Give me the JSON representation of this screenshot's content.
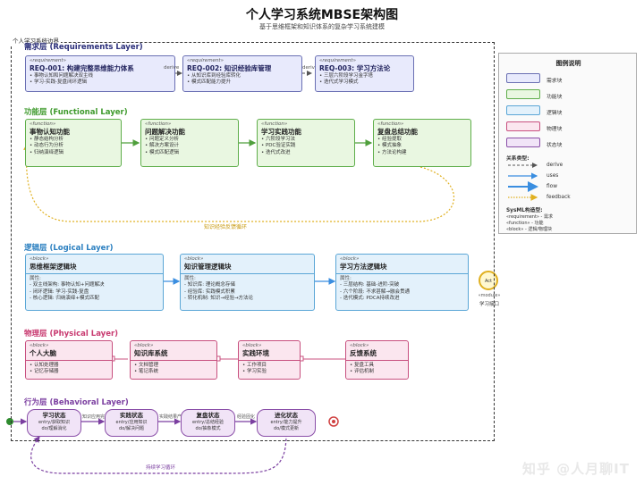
{
  "title": "个人学习系统MBSE架构图",
  "subtitle": "基于思维框架和知识体系的复杂学习系统建模",
  "boundary_label": "个人学习系统边界",
  "layers": {
    "requirements": "需求层 (Requirements Layer)",
    "functional": "功能层 (Functional Layer)",
    "logical": "逻辑层 (Logical Layer)",
    "physical": "物理层 (Physical Layer)",
    "behavioral": "行为层 (Behavioral Layer)"
  },
  "requirements": [
    {
      "stereo": "«requirement»",
      "name": "REQ-001: 构建完整思维能力体系",
      "items": [
        "• 事物认知和问题解决双主线",
        "• 学习-实践-复盘闭环逻辑"
      ]
    },
    {
      "stereo": "«requirement»",
      "name": "REQ-002: 知识经验库管理",
      "items": [
        "• 从知识库到经验库转化",
        "• 模式匹配能力提升"
      ]
    },
    {
      "stereo": "«requirement»",
      "name": "REQ-003: 学习方法论",
      "items": [
        "• 三层六阶段学习金字塔",
        "• 迭代式学习模式"
      ]
    }
  ],
  "req_edge_labels": [
    "derive",
    "derive"
  ],
  "functions": [
    {
      "stereo": "«function»",
      "name": "事物认知功能",
      "items": [
        "• 静态结构分析",
        "• 动态行为分析",
        "• 归纳演绎逻辑"
      ]
    },
    {
      "stereo": "«function»",
      "name": "问题解决功能",
      "items": [
        "• 问题定义分析",
        "• 解决方案设计",
        "• 模式匹配逻辑"
      ]
    },
    {
      "stereo": "«function»",
      "name": "学习实践功能",
      "items": [
        "• 六阶段学习法",
        "• PDC验证实践",
        "• 迭代式改进"
      ]
    },
    {
      "stereo": "«function»",
      "name": "复盘总结功能",
      "items": [
        "• 经验提取",
        "• 模式抽象",
        "• 方法论构建"
      ]
    }
  ],
  "feedback_label": "知识经验反馈循环",
  "logical": [
    {
      "stereo": "«block»",
      "name": "思维框架逻辑块",
      "attr": "属性:",
      "items": [
        "- 双主线架构: 事物认知+问题解决",
        "- 闭环逻辑: 学习-实践-复盘",
        "- 核心逻辑: 归纳演绎+模式匹配"
      ]
    },
    {
      "stereo": "«block»",
      "name": "知识管理逻辑块",
      "attr": "属性:",
      "items": [
        "- 知识库: 理论概念存储",
        "- 经验库: 实践模式积累",
        "- 转化机制: 知识→经验→方法论"
      ]
    },
    {
      "stereo": "«block»",
      "name": "学习方法逻辑块",
      "attr": "属性:",
      "items": [
        "- 三层结构: 基础-进阶-突破",
        "- 六个阶段: 不求甚解→融会贯通",
        "- 迭代模式: PDCA持续改进"
      ]
    }
  ],
  "physical": [
    {
      "stereo": "«block»",
      "name": "个人大脑",
      "items": [
        "• 认知处理器",
        "• 记忆存储器"
      ]
    },
    {
      "stereo": "«block»",
      "name": "知识库系统",
      "items": [
        "• 文档管理",
        "• 笔记系统"
      ]
    },
    {
      "stereo": "«block»",
      "name": "实践环境",
      "items": [
        "• 工作项目",
        "• 学习实验"
      ]
    },
    {
      "stereo": "«block»",
      "name": "反馈系统",
      "items": [
        "• 复盘工具",
        "• 评估机制"
      ]
    }
  ],
  "states": [
    {
      "name": "学习状态",
      "items": [
        "entry/获取知识",
        "do/理解消化"
      ]
    },
    {
      "name": "实践状态",
      "items": [
        "entry/应用知识",
        "do/解决问题"
      ]
    },
    {
      "name": "复盘状态",
      "items": [
        "entry/总结经验",
        "do/抽象模式"
      ]
    },
    {
      "name": "进化状态",
      "items": [
        "entry/能力提升",
        "do/模式更新"
      ]
    }
  ],
  "state_edge_labels": [
    "知识应用完成",
    "实践结果产生",
    "经验固化"
  ],
  "loop_label": "持续学习循环",
  "actor": {
    "stereo": "«module»",
    "name": "学习接口"
  },
  "legend": {
    "title": "图例说明",
    "items": [
      {
        "label": "需求块",
        "fill": "#e8eafc",
        "stroke": "#6a6fb3"
      },
      {
        "label": "功能块",
        "fill": "#e9f7e1",
        "stroke": "#5fae4b"
      },
      {
        "label": "逻辑块",
        "fill": "#e3f1fb",
        "stroke": "#5aa6d6"
      },
      {
        "label": "物理块",
        "fill": "#fbe6ef",
        "stroke": "#c8507f"
      },
      {
        "label": "状态块",
        "fill": "#f1e4f7",
        "stroke": "#8a4fa8"
      }
    ],
    "rel_title": "关系类型:",
    "relations": [
      {
        "label": "derive",
        "color": "#555555",
        "style": "dashed"
      },
      {
        "label": "uses",
        "color": "#3a8ee0",
        "style": "solid"
      },
      {
        "label": "flow",
        "color": "#3a8ee0",
        "style": "solid-thick"
      },
      {
        "label": "feedback",
        "color": "#e0b020",
        "style": "dotted"
      }
    ],
    "sysml_title": "SysML构造型:",
    "sysml": [
      "«requirement» - 需求",
      "«function» - 功能",
      "«block» - 逻辑/物理块"
    ]
  },
  "watermark": "知乎 @人月聊IT"
}
